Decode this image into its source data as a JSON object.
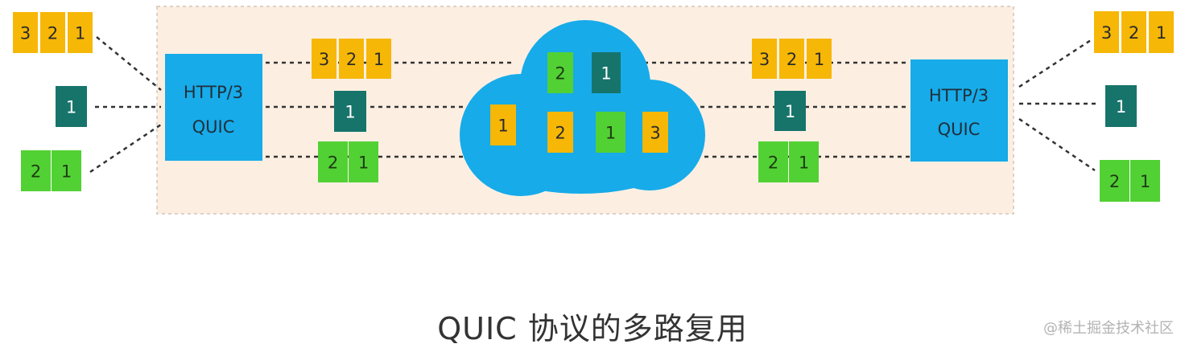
{
  "colors": {
    "orange": "#f6b706",
    "dark_teal": "#17746b",
    "green": "#52d134",
    "blue": "#17abe9",
    "background_panel": "#fcefe2"
  },
  "endpoints": {
    "left": {
      "line1": "HTTP/3",
      "line2": "QUIC"
    },
    "right": {
      "line1": "HTTP/3",
      "line2": "QUIC"
    }
  },
  "streams": [
    {
      "color": "orange",
      "labels": [
        "3",
        "2",
        "1"
      ]
    },
    {
      "color": "dark_teal",
      "labels": [
        "1"
      ]
    },
    {
      "color": "green",
      "labels": [
        "2",
        "1"
      ]
    }
  ],
  "cloud_packets": [
    {
      "label": "2",
      "color": "green"
    },
    {
      "label": "1",
      "color": "dark_teal"
    },
    {
      "label": "1",
      "color": "orange"
    },
    {
      "label": "2",
      "color": "orange"
    },
    {
      "label": "1",
      "color": "green"
    },
    {
      "label": "3",
      "color": "orange"
    }
  ],
  "caption": "QUIC 协议的多路复用",
  "watermark": "@稀土掘金技术社区"
}
